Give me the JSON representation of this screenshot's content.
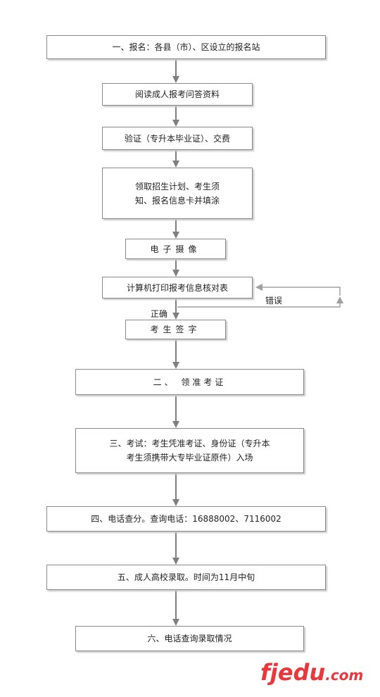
{
  "steps": [
    {
      "id": "s1",
      "text": "一、报名：各县（市）、区设立的报名站"
    },
    {
      "id": "s2",
      "text": "阅读成人报考问答资料"
    },
    {
      "id": "s3",
      "text": "验证（专升本毕业证）、交费"
    },
    {
      "id": "s4",
      "text": "领取招生计划、考生须\n知、报名信息卡并填涂"
    },
    {
      "id": "s5",
      "text": "电子摄像"
    },
    {
      "id": "s6",
      "text": "计算机打印报考信息核对表"
    },
    {
      "id": "s7",
      "text": "考生签字"
    },
    {
      "id": "s8",
      "text": "二、 领准考证"
    },
    {
      "id": "s9",
      "text": "三、考试：考生凭准考证、身份证（专升本\n考生须携带大专毕业证原件）入场"
    },
    {
      "id": "s10",
      "text": "四、电话查分。查询电话：16888002、7116002"
    },
    {
      "id": "s11",
      "text": "五、成人高校录取。时间为11月中旬"
    },
    {
      "id": "s12",
      "text": "六、电话查询录取情况"
    }
  ],
  "labels": {
    "correct": "正确",
    "error": "错误"
  },
  "watermark": {
    "brand": "fjedu",
    "suffix": ".com"
  },
  "colors": {
    "arrow": "#7f7f7f",
    "loop_arrow": "#a0a0a0",
    "logo": "#e8383d"
  }
}
